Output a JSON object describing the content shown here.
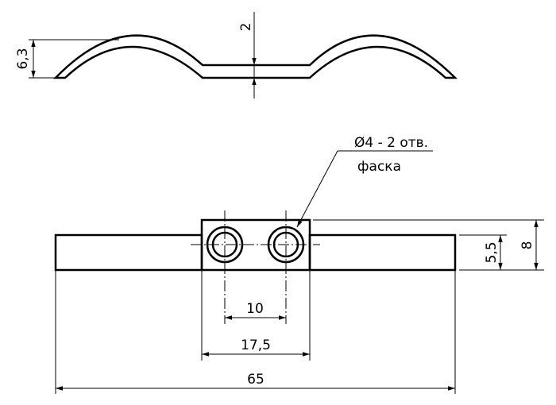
{
  "drawing": {
    "dim_thickness": "2",
    "dim_arch_height": "6,3",
    "dim_hole_spacing": "10",
    "dim_block_width": "17,5",
    "dim_total_length": "65",
    "dim_strip_height": "5,5",
    "dim_block_height": "8",
    "hole_note": "Ø4 - 2 отв.",
    "chamfer_note": "фаска"
  }
}
